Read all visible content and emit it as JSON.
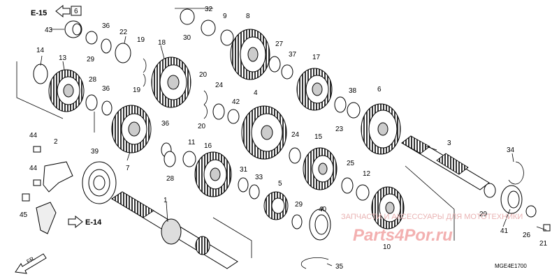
{
  "diagram": {
    "code": "MGE4E1700",
    "refs": {
      "e15": "E-15",
      "e15_box": "6",
      "e14": "E-14",
      "fr": "FR."
    },
    "watermark": {
      "top": "ЗАПЧАСТИ И АКСЕССУАРЫ ДЛЯ МОТОТЕХНИКИ",
      "logo": "Parts4Por.ru"
    },
    "parts": [
      {
        "id": "p1",
        "num": "1"
      },
      {
        "id": "p2",
        "num": "2"
      },
      {
        "id": "p3",
        "num": "3"
      },
      {
        "id": "p4",
        "num": "4"
      },
      {
        "id": "p5",
        "num": "5"
      },
      {
        "id": "p6",
        "num": "6"
      },
      {
        "id": "p7",
        "num": "7"
      },
      {
        "id": "p8",
        "num": "8"
      },
      {
        "id": "p9",
        "num": "9"
      },
      {
        "id": "p10",
        "num": "10"
      },
      {
        "id": "p11",
        "num": "11"
      },
      {
        "id": "p12",
        "num": "12"
      },
      {
        "id": "p13",
        "num": "13"
      },
      {
        "id": "p14",
        "num": "14"
      },
      {
        "id": "p15",
        "num": "15"
      },
      {
        "id": "p16",
        "num": "16"
      },
      {
        "id": "p17",
        "num": "17"
      },
      {
        "id": "p18",
        "num": "18"
      },
      {
        "id": "p19a",
        "num": "19"
      },
      {
        "id": "p19b",
        "num": "19"
      },
      {
        "id": "p20a",
        "num": "20"
      },
      {
        "id": "p20b",
        "num": "20"
      },
      {
        "id": "p21",
        "num": "21"
      },
      {
        "id": "p22",
        "num": "22"
      },
      {
        "id": "p23",
        "num": "23"
      },
      {
        "id": "p24a",
        "num": "24"
      },
      {
        "id": "p24b",
        "num": "24"
      },
      {
        "id": "p25",
        "num": "25"
      },
      {
        "id": "p26",
        "num": "26"
      },
      {
        "id": "p27",
        "num": "27"
      },
      {
        "id": "p28a",
        "num": "28"
      },
      {
        "id": "p28b",
        "num": "28"
      },
      {
        "id": "p29a",
        "num": "29"
      },
      {
        "id": "p29b",
        "num": "29"
      },
      {
        "id": "p29c",
        "num": "29"
      },
      {
        "id": "p30",
        "num": "30"
      },
      {
        "id": "p31",
        "num": "31"
      },
      {
        "id": "p32",
        "num": "32"
      },
      {
        "id": "p33",
        "num": "33"
      },
      {
        "id": "p34",
        "num": "34"
      },
      {
        "id": "p35",
        "num": "35"
      },
      {
        "id": "p36a",
        "num": "36"
      },
      {
        "id": "p36b",
        "num": "36"
      },
      {
        "id": "p36c",
        "num": "36"
      },
      {
        "id": "p37",
        "num": "37"
      },
      {
        "id": "p38",
        "num": "38"
      },
      {
        "id": "p39",
        "num": "39"
      },
      {
        "id": "p40",
        "num": "40"
      },
      {
        "id": "p41",
        "num": "41"
      },
      {
        "id": "p42",
        "num": "42"
      },
      {
        "id": "p43",
        "num": "43"
      },
      {
        "id": "p44a",
        "num": "44"
      },
      {
        "id": "p44b",
        "num": "44"
      },
      {
        "id": "p45",
        "num": "45"
      }
    ]
  }
}
